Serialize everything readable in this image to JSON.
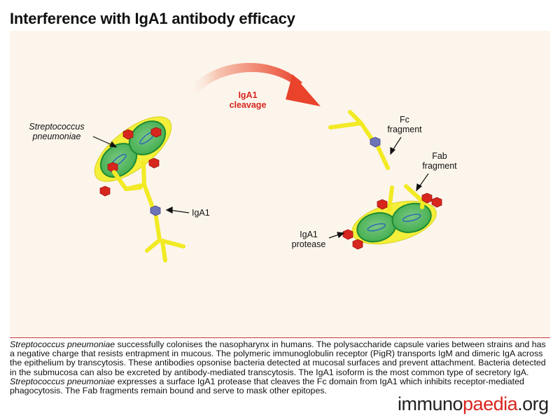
{
  "title": "Interference with IgA1 antibody efficacy",
  "labels": {
    "bacterium_line1": "Streptococcus",
    "bacterium_line2": "pneumoniae",
    "iga1": "IgA1",
    "cleavage_line1": "IgA1",
    "cleavage_line2": "cleavage",
    "fc_line1": "Fc",
    "fc_line2": "fragment",
    "fab_line1": "Fab",
    "fab_line2": "fragment",
    "protease_line1": "IgA1",
    "protease_line2": "protease"
  },
  "caption": {
    "p1_italic": "Streptococcus pneumoniae",
    "p1_rest": " successfully colonises the nasopharynx in humans. The polysaccharide capsule varies between strains and has a negative charge that resists entrapment in mucous. The polymeric immunoglobulin receptor (PigR) transports IgM and dimeric IgA across the epithelium by transcytosis. These antibodies opsonise bacteria detected at mucosal surfaces and prevent attachment. Bacteria detected in the submucosa can also be excreted by antibody-mediated transcytosis. The IgA1 isoform is the most common type of secretory IgA. ",
    "p2_italic": "Streptococcus pneumoniae",
    "p2_rest": " expresses a surface IgA1 protease that cleaves the Fc domain from IgA1 which inhibits receptor-mediated phagocytosis. The Fab fragments remain bound and serve to mask other epitopes."
  },
  "logo": {
    "part1": "immuno",
    "part2": "paedia",
    "part3": ".org"
  },
  "colors": {
    "accent_red": "#d7261e",
    "antibody_yellow": "#f2ea24",
    "capsule_yellow": "#f4ef3a",
    "bacterium_green": "#3fae4a",
    "protease_red": "#d7261e",
    "hinge_blue": "#6d74b8",
    "panel_bg": "#fcf5ec"
  },
  "icons": [
    "bacterium-icon",
    "antibody-icon",
    "protease-icon",
    "cleavage-arrow-icon"
  ]
}
